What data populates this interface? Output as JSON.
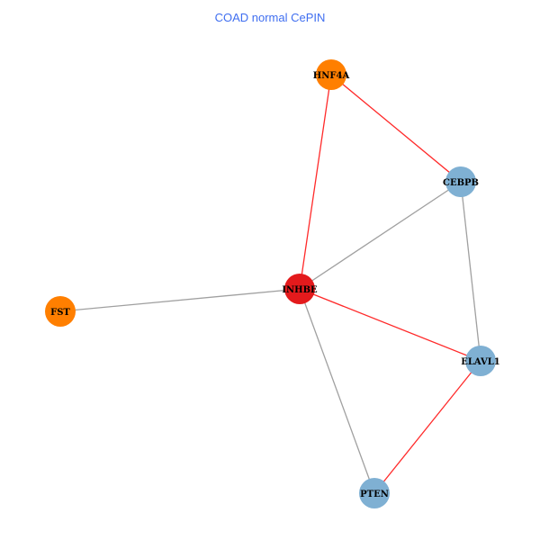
{
  "title": "COAD normal CePIN",
  "colors": {
    "red_edge": "#ff2a2a",
    "gray_edge": "#a0a0a0",
    "orange": "#ff7f00",
    "red": "#e31a1c",
    "blue": "#7fb0d3"
  },
  "nodes": [
    {
      "id": "HNF4A",
      "label": "HNF4A",
      "color": "#ff7f00"
    },
    {
      "id": "CEBPB",
      "label": "CEBPB",
      "color": "#7fb0d3"
    },
    {
      "id": "INHBE",
      "label": "INHBE",
      "color": "#e31a1c"
    },
    {
      "id": "FST",
      "label": "FST",
      "color": "#ff7f00"
    },
    {
      "id": "ELAVL1",
      "label": "ELAVL1",
      "color": "#7fb0d3"
    },
    {
      "id": "PTEN",
      "label": "PTEN",
      "color": "#7fb0d3"
    }
  ],
  "edges": [
    {
      "source": "HNF4A",
      "target": "CEBPB",
      "color": "#ff2a2a"
    },
    {
      "source": "HNF4A",
      "target": "INHBE",
      "color": "#ff2a2a"
    },
    {
      "source": "CEBPB",
      "target": "INHBE",
      "color": "#a0a0a0"
    },
    {
      "source": "CEBPB",
      "target": "ELAVL1",
      "color": "#a0a0a0"
    },
    {
      "source": "FST",
      "target": "INHBE",
      "color": "#a0a0a0"
    },
    {
      "source": "INHBE",
      "target": "ELAVL1",
      "color": "#ff2a2a"
    },
    {
      "source": "INHBE",
      "target": "PTEN",
      "color": "#a0a0a0"
    },
    {
      "source": "ELAVL1",
      "target": "PTEN",
      "color": "#ff2a2a"
    }
  ]
}
